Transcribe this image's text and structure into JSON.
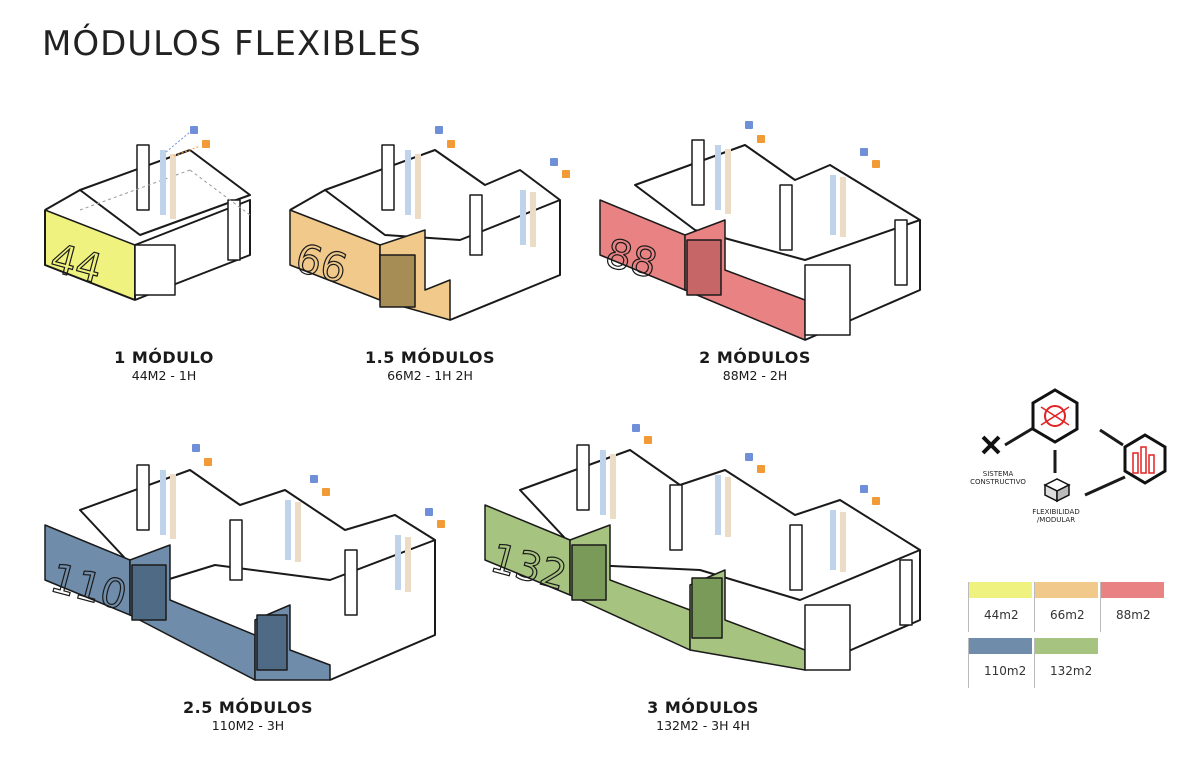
{
  "title": "MÓDULOS FLEXIBLES",
  "colors": {
    "m44": "#eff27e",
    "m66": "#f0c98b",
    "m88": "#e88283",
    "m110": "#6f8daa",
    "m132": "#a6c47f",
    "water": "#6f8fd9",
    "power": "#f29a35",
    "network": "#e02323"
  },
  "modules": [
    {
      "number": "44",
      "name": "1 MÓDULO",
      "sub": "44M2 - 1H"
    },
    {
      "number": "66",
      "name": "1.5 MÓDULOS",
      "sub": "66M2 - 1H 2H"
    },
    {
      "number": "88",
      "name": "2 MÓDULOS",
      "sub": "88M2 - 2H"
    },
    {
      "number": "110",
      "name": "2.5 MÓDULOS",
      "sub": "110M2 - 3H"
    },
    {
      "number": "132",
      "name": "3 MÓDULOS",
      "sub": "132M2 - 3H 4H"
    }
  ],
  "network": {
    "sistema": "SISTEMA\nCONSTRUCTIVO",
    "flexibilidad": "FLEXIBILIDAD\n/MODULAR"
  },
  "legend": [
    {
      "label": "44m2"
    },
    {
      "label": "66m2"
    },
    {
      "label": "88m2"
    },
    {
      "label": "110m2"
    },
    {
      "label": "132m2"
    }
  ],
  "icons": [
    "water-icon",
    "power-icon",
    "construction-icon",
    "dna-icon",
    "lego-brick-icon",
    "city-icon"
  ]
}
